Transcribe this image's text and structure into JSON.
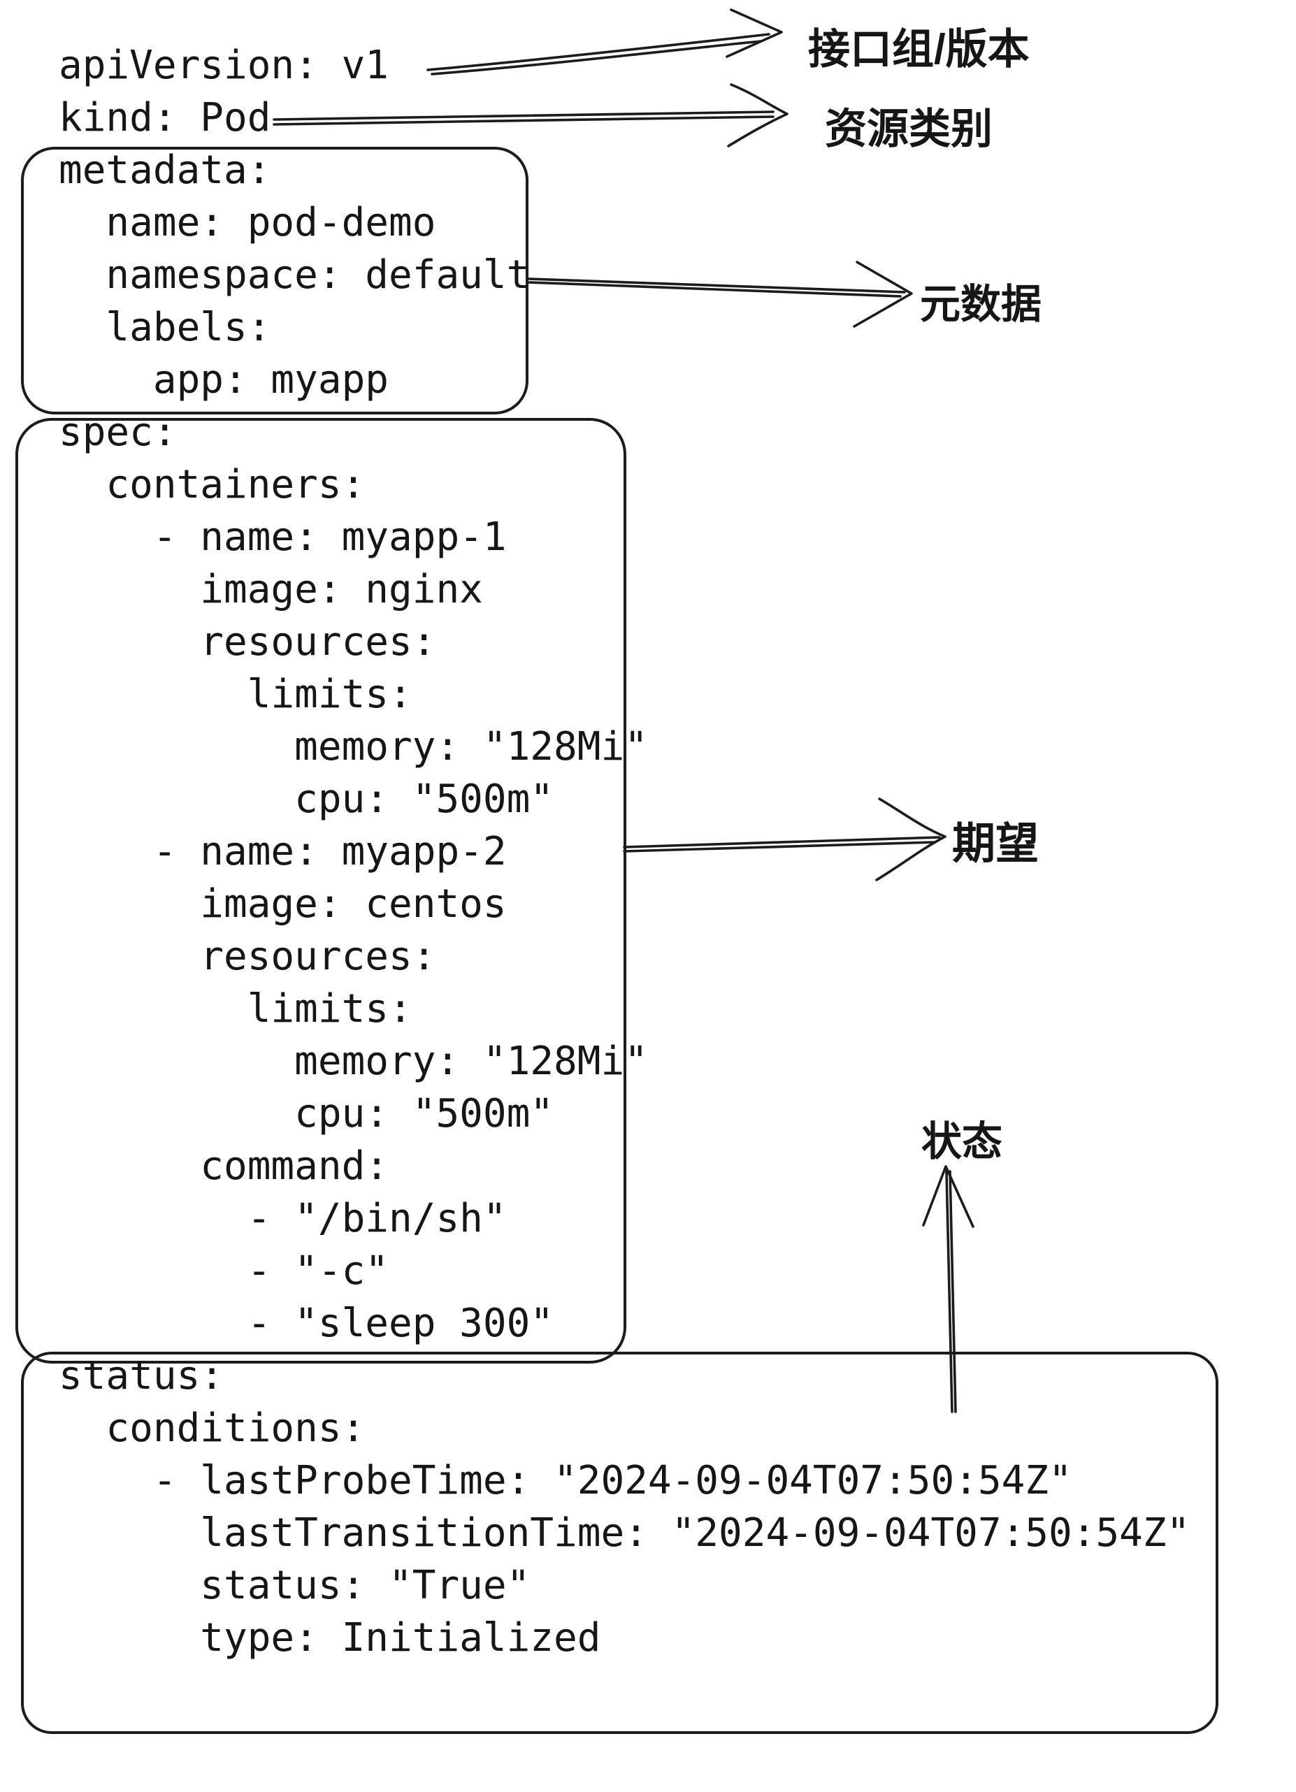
{
  "yaml": {
    "lines": [
      "apiVersion: v1",
      "kind: Pod",
      "metadata:",
      "  name: pod-demo",
      "  namespace: default",
      "  labels:",
      "    app: myapp",
      "spec:",
      "  containers:",
      "    - name: myapp-1",
      "      image: nginx",
      "      resources:",
      "        limits:",
      "          memory: \"128Mi\"",
      "          cpu: \"500m\"",
      "    - name: myapp-2",
      "      image: centos",
      "      resources:",
      "        limits:",
      "          memory: \"128Mi\"",
      "          cpu: \"500m\"",
      "      command:",
      "        - \"/bin/sh\"",
      "        - \"-c\"",
      "        - \"sleep 300\"",
      "status:",
      "  conditions:",
      "    - lastProbeTime: \"2024-09-04T07:50:54Z\"",
      "      lastTransitionTime: \"2024-09-04T07:50:54Z\"",
      "      status: \"True\"",
      "      type: Initialized"
    ]
  },
  "annotations": {
    "api_group_version": "接口组/版本",
    "resource_kind": "资源类别",
    "metadata": "元数据",
    "desired": "期望",
    "status": "状态"
  },
  "colors": {
    "ink": "#1c1c1c",
    "background": "#ffffff"
  }
}
